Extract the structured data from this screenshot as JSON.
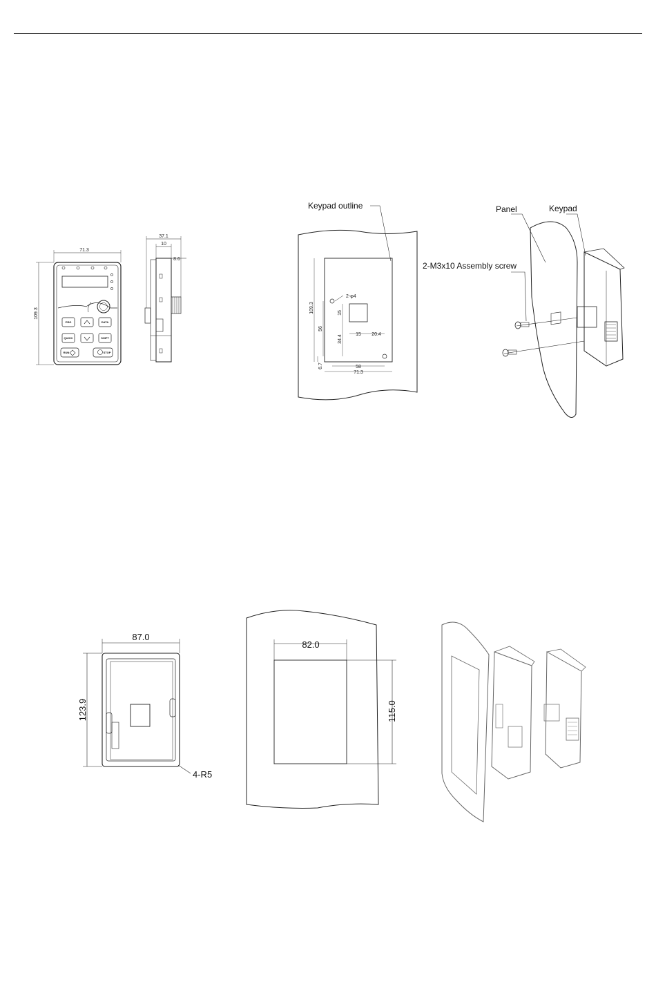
{
  "top": {
    "front": {
      "width": "71.3",
      "height": "109.3"
    },
    "side": {
      "depth": "37.1",
      "d1": "10",
      "d2": "8.6"
    },
    "cutout": {
      "outline_label": "Keypad outline",
      "holes": "2-φ4",
      "height": "109.3",
      "d56": "56",
      "d15": "15",
      "d344": "34.4",
      "d67": "6.7",
      "d15b": "15",
      "d204": "20.4",
      "d58": "58",
      "width": "71.3"
    },
    "assembly": {
      "panel": "Panel",
      "keypad": "Keypad",
      "screw": "2-M3x10 Assembly screw"
    }
  },
  "bottom": {
    "bracket": {
      "width": "87.0",
      "height": "123.9",
      "radius": "4-R5"
    },
    "cutout": {
      "width": "82.0",
      "height": "115.0"
    }
  }
}
